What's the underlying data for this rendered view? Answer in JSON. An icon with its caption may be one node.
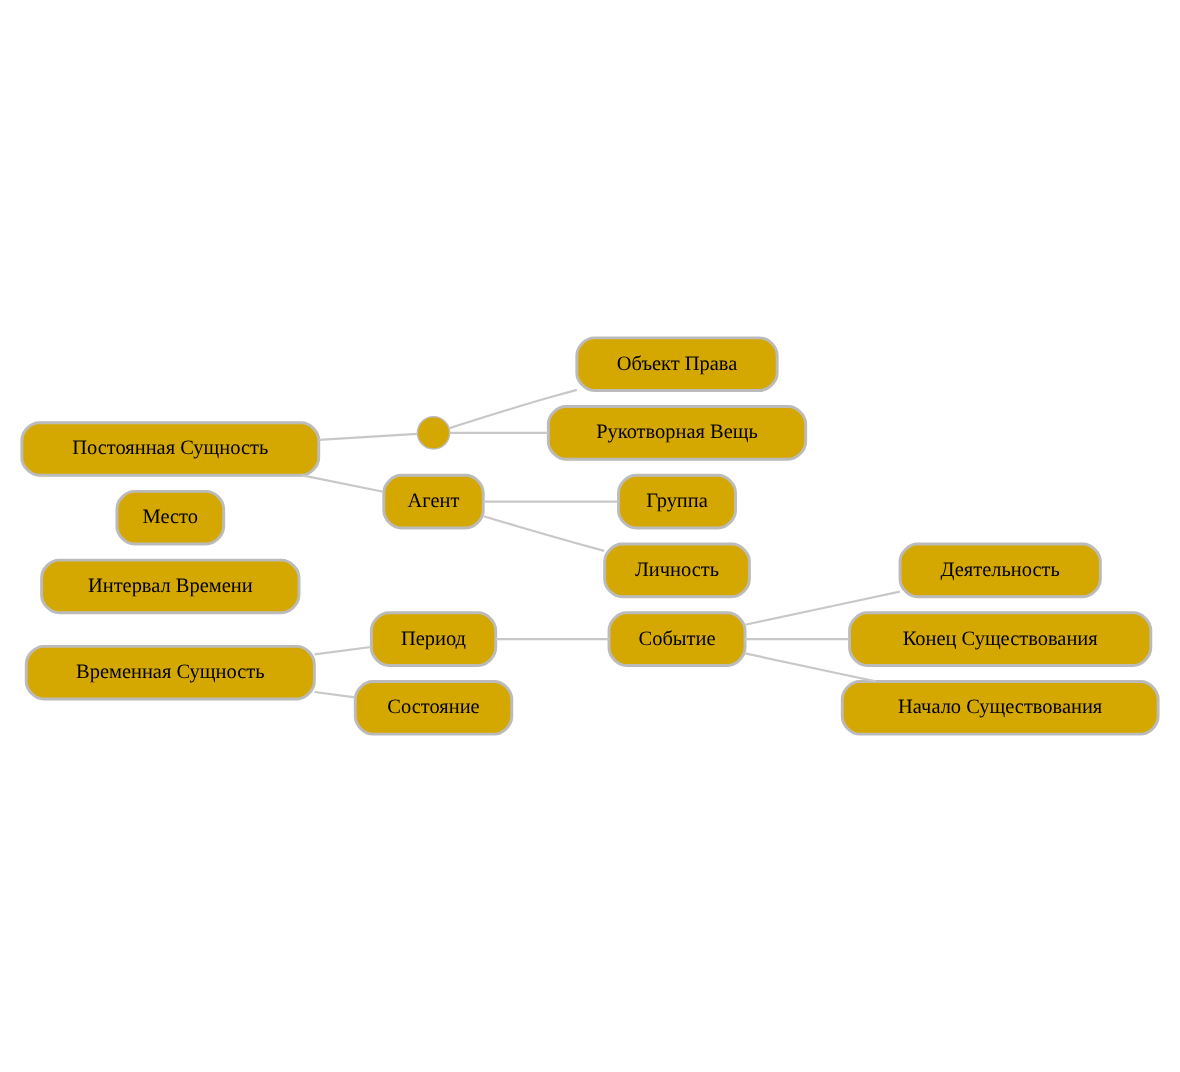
{
  "diagram": {
    "nodes": [
      {
        "text": [
          "Временная Сущность"
        ]
      },
      {
        "text": [
          "Период"
        ]
      },
      {
        "text": [
          "Событие"
        ]
      },
      {
        "text": [
          "Деятельность"
        ]
      },
      {
        "text": [
          "Конец Существования"
        ]
      },
      {
        "text": [
          "Начало Существования"
        ]
      },
      {
        "text": [
          "Состояние"
        ]
      },
      {
        "text": [
          "Интервал Времени"
        ]
      },
      {
        "text": [
          "Место"
        ]
      },
      {
        "text": [
          "Постоянная Сущность"
        ]
      },
      {
        "text": [],
        "shape": "circle"
      },
      {
        "text": [
          "Объект Права"
        ]
      },
      {
        "text": [
          "Рукотворная Вещь"
        ]
      },
      {
        "text": [
          "Агент"
        ]
      },
      {
        "text": [
          "Группа"
        ]
      },
      {
        "text": [
          "Личность"
        ]
      }
    ],
    "edges": [
      {
        "from": 0,
        "to": 1,
        "arrow": "none"
      },
      {
        "from": 1,
        "to": 2,
        "arrow": "none"
      },
      {
        "from": 2,
        "to": 3,
        "arrow": "none"
      },
      {
        "from": 2,
        "to": 4,
        "arrow": "none"
      },
      {
        "from": 2,
        "to": 5,
        "arrow": "none"
      },
      {
        "from": 0,
        "to": 6,
        "arrow": "none"
      },
      {
        "from": 9,
        "to": 10,
        "arrow": "none"
      },
      {
        "from": 10,
        "to": 11,
        "arrow": "none"
      },
      {
        "from": 10,
        "to": 12,
        "arrow": "none"
      },
      {
        "from": 9,
        "to": 13,
        "arrow": "none"
      },
      {
        "from": 13,
        "to": 14,
        "arrow": "none"
      },
      {
        "from": 13,
        "to": 15,
        "arrow": "none"
      }
    ]
  }
}
